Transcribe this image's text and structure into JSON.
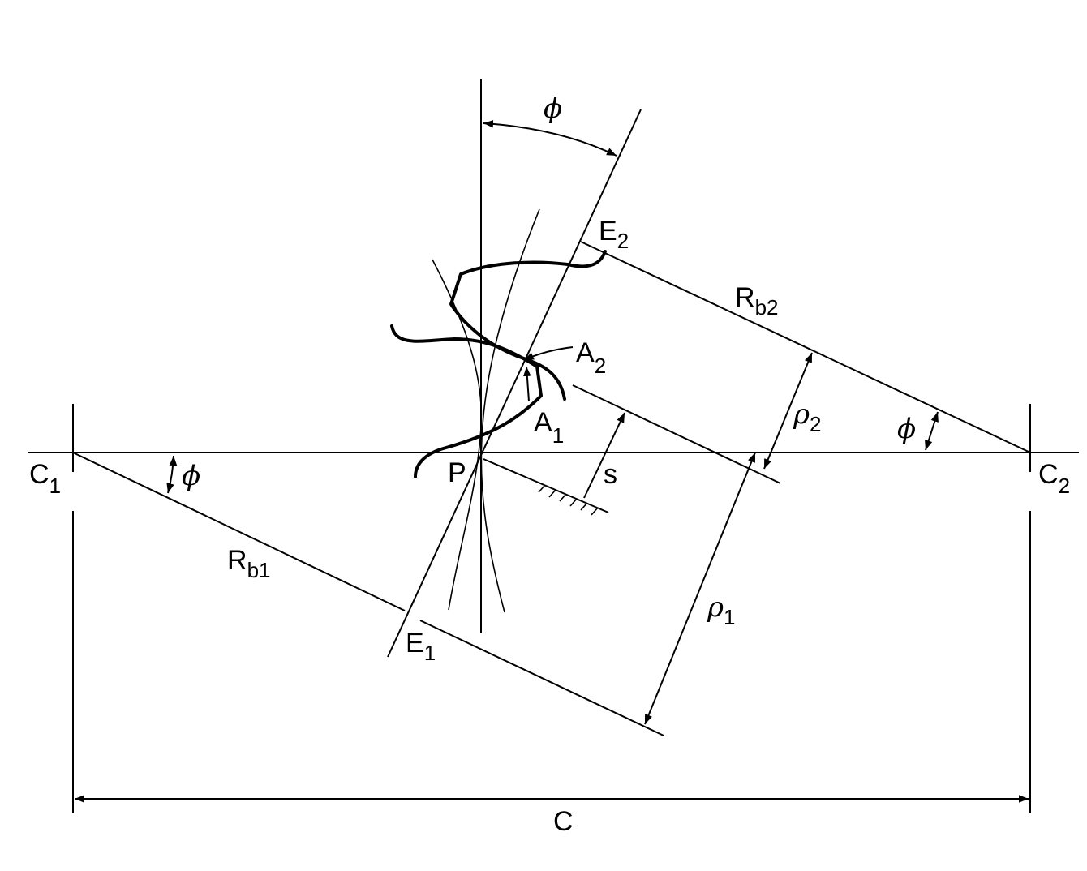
{
  "labels": {
    "phi_top": "ϕ",
    "phi_left": "ϕ",
    "phi_right": "ϕ",
    "E2": {
      "main": "E",
      "sub": "2"
    },
    "E1": {
      "main": "E",
      "sub": "1"
    },
    "Rb2": {
      "main": "R",
      "sub": "b2"
    },
    "Rb1": {
      "main": "R",
      "sub": "b1"
    },
    "A2": {
      "main": "A",
      "sub": "2"
    },
    "A1": {
      "main": "A",
      "sub": "1"
    },
    "rho2": {
      "main": "ρ",
      "sub": "2"
    },
    "rho1": {
      "main": "ρ",
      "sub": "1"
    },
    "C1": {
      "main": "C",
      "sub": "1"
    },
    "C2": {
      "main": "C",
      "sub": "2"
    },
    "P": "P",
    "s": "s",
    "C": "C"
  }
}
